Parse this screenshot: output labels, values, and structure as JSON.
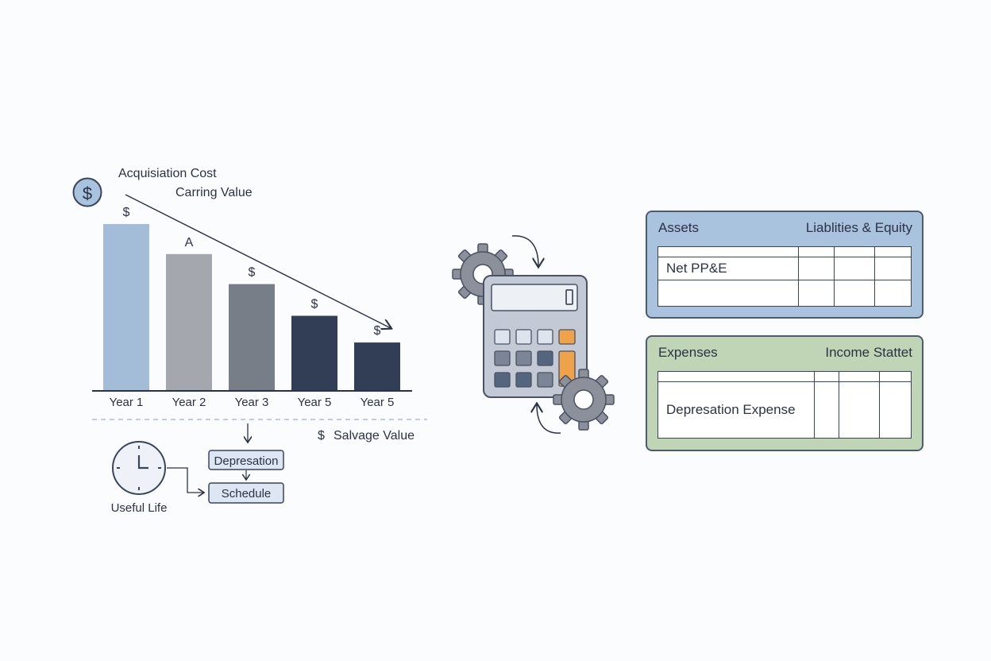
{
  "chart_data": {
    "type": "bar",
    "categories": [
      "Year 1",
      "Year 2",
      "Year 3",
      "Year 5",
      "Year 5"
    ],
    "values": [
      100,
      82,
      64,
      45,
      29
    ],
    "bar_labels": [
      "$",
      "A",
      "$",
      "$",
      "$"
    ],
    "colors": [
      "#a3bdd8",
      "#a4a8ae",
      "#787e88",
      "#313e55",
      "#313e55"
    ],
    "annotations": {
      "acquisition_cost": "Acquisiation Cost",
      "carrying_value": "Carring Value",
      "salvage_value": "Salvage Value",
      "salvage_symbol": "$"
    }
  },
  "left_flow": {
    "coin_symbol": "$",
    "useful_life": "Useful Life",
    "depreciation_box": "Depresation",
    "schedule_box": "Schedule"
  },
  "balance_sheet": {
    "left_title": "Assets",
    "right_title": "Liablities & Equity",
    "row_label": "Net PP&E",
    "color": "#a9c2dd"
  },
  "income_statement": {
    "left_title": "Expenses",
    "right_title": "Income Stattet",
    "row_label": "Depresation Expense",
    "color": "#bfd5b5"
  },
  "accent_colors": {
    "orange": "#f0a24b",
    "key_light": "#dde4ee",
    "key_mid": "#7c8595",
    "key_dark": "#56657e"
  }
}
